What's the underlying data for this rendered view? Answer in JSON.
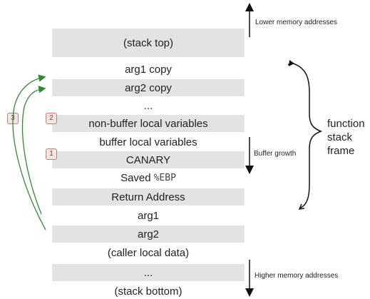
{
  "rows": [
    {
      "label": "(stack top)"
    },
    {
      "label": "arg1 copy"
    },
    {
      "label": "arg2 copy"
    },
    {
      "label": "..."
    },
    {
      "label": "non-buffer local variables"
    },
    {
      "label": "buffer local variables"
    },
    {
      "label": "CANARY"
    },
    {
      "label": "Saved",
      "code": "%EBP"
    },
    {
      "label": "Return Address"
    },
    {
      "label": "arg1"
    },
    {
      "label": "arg2"
    },
    {
      "label": "(caller local data)"
    },
    {
      "label": "..."
    },
    {
      "label": "(stack bottom)"
    }
  ],
  "badges": {
    "b1": "1",
    "b2": "2",
    "b3": "3"
  },
  "notes": {
    "lower": "Lower memory addresses",
    "higher": "Higher memory addresses",
    "growth": "Buffer growth"
  },
  "brace": {
    "line1": "function",
    "line2": "stack",
    "line3": "frame"
  },
  "colors": {
    "shade": "#e3e3e3",
    "arrow": "#2e8b2e",
    "badge_border": "#c07b7b"
  }
}
